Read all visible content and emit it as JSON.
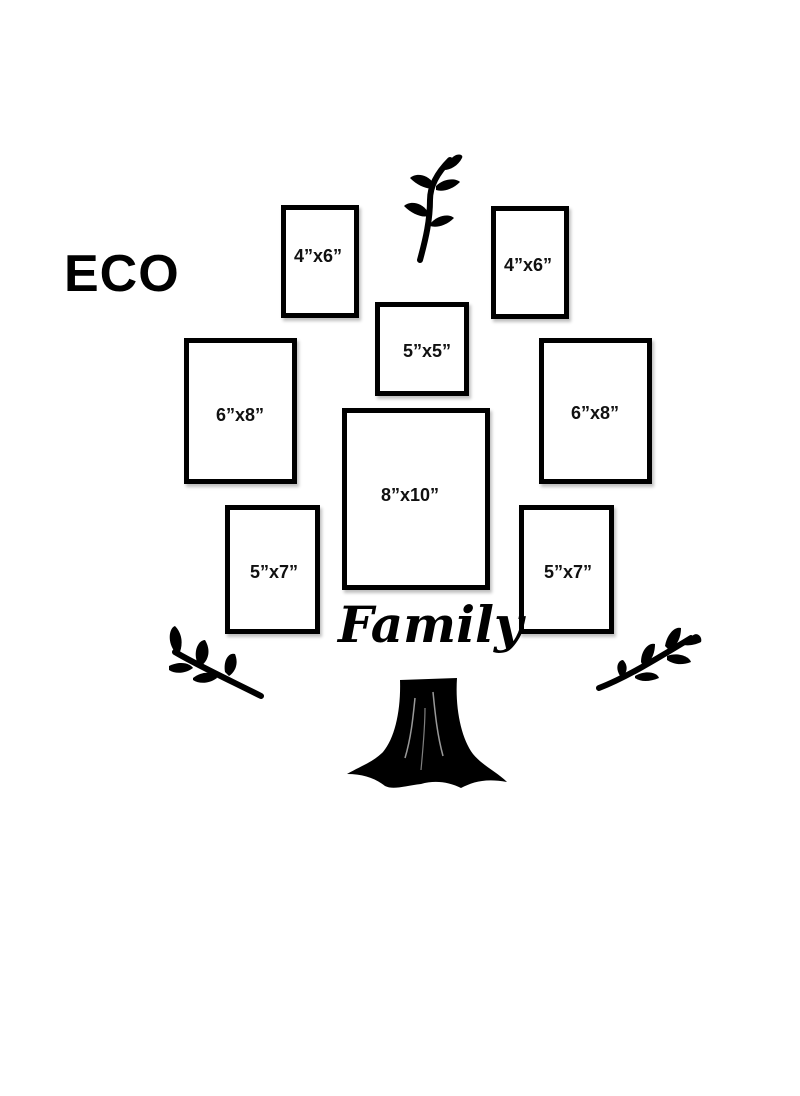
{
  "brand": {
    "label": "ECO"
  },
  "frames": [
    {
      "id": "top-left",
      "size": "4”x6”"
    },
    {
      "id": "top-right",
      "size": "4”x6”"
    },
    {
      "id": "center-square",
      "size": "5”x5”"
    },
    {
      "id": "mid-left",
      "size": "6”x8”"
    },
    {
      "id": "mid-right",
      "size": "6”x8”"
    },
    {
      "id": "center-large",
      "size": "8”x10”"
    },
    {
      "id": "bottom-left",
      "size": "5”x7”"
    },
    {
      "id": "bottom-right",
      "size": "5”x7”"
    }
  ],
  "sign": {
    "text": "Family"
  },
  "colors": {
    "ink": "#000000",
    "background": "#ffffff"
  },
  "icons": [
    "leaf-branch-icon",
    "tree-trunk-icon"
  ]
}
